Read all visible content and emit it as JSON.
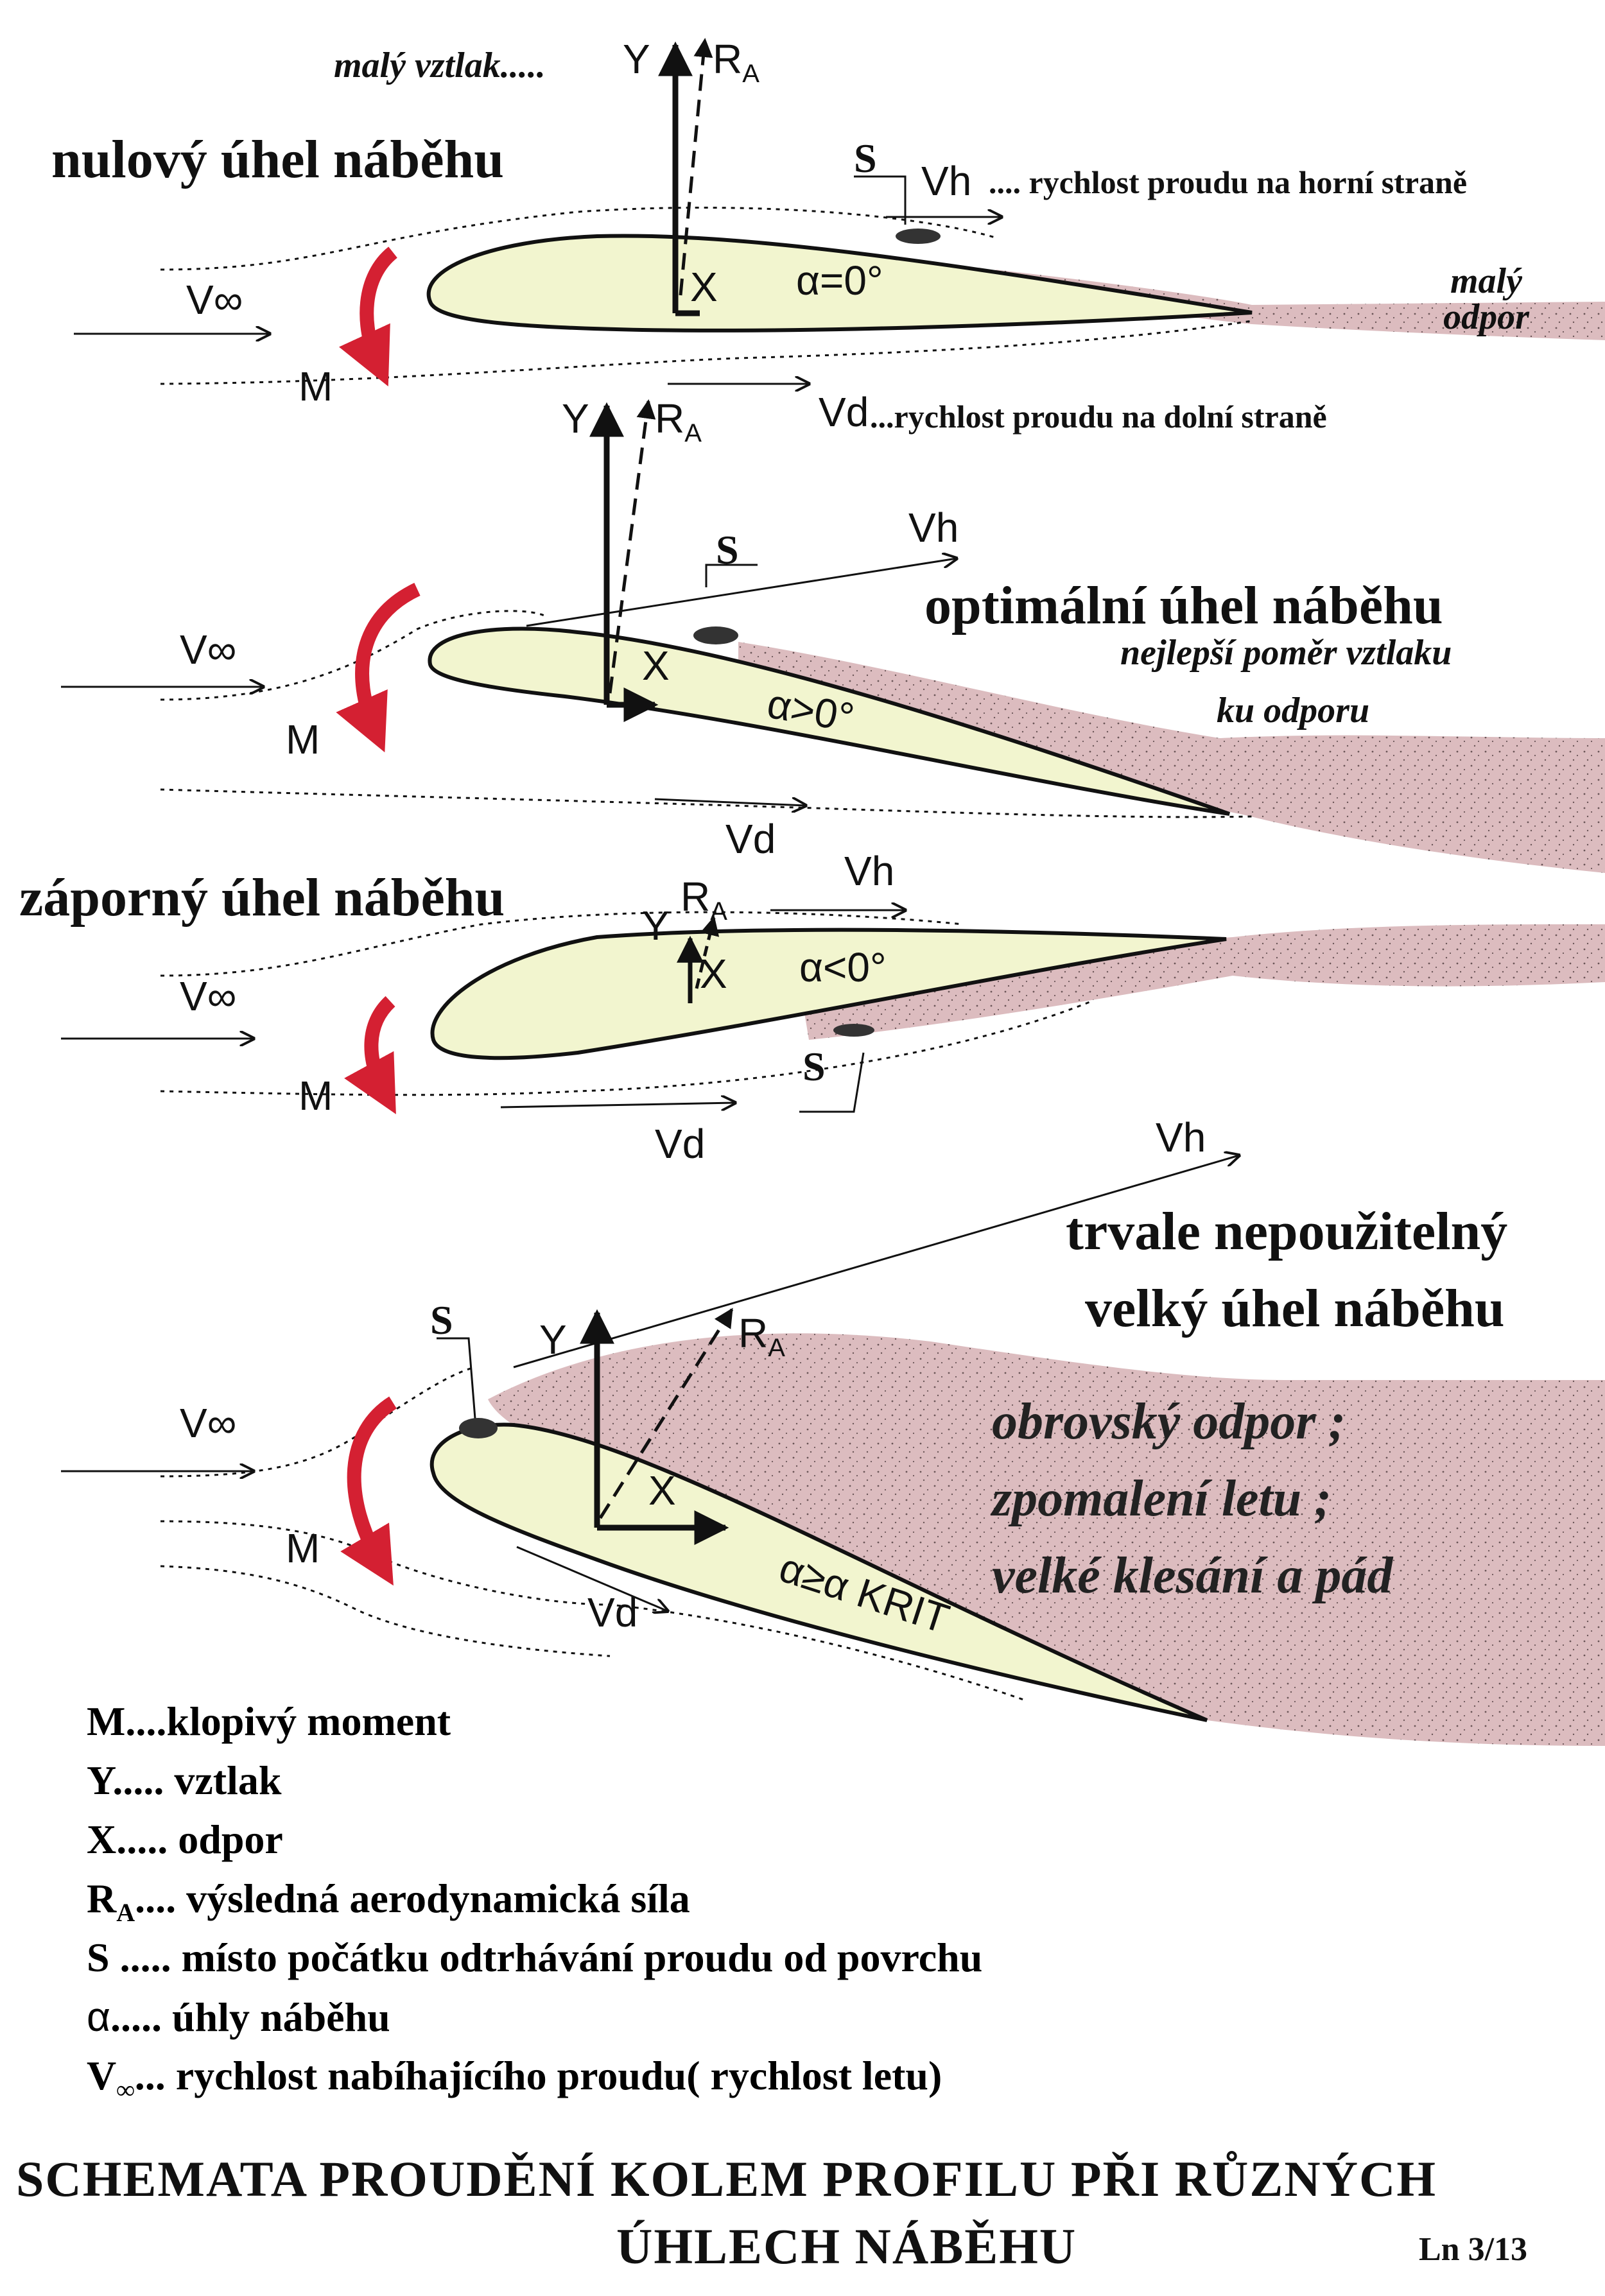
{
  "scenes": {
    "zero": {
      "title": "nulový úhel náběhu",
      "lift_note": "malý vztlak.....",
      "drag_note": "malý odpor",
      "upper_speed_note": ".... rychlost proudu na horní straně",
      "lower_speed_note": "...rychlost proudu na dolní straně",
      "angle": "α=0°"
    },
    "optimal": {
      "title": "optimální úhel náběhu",
      "note_line1": "nejlepší poměr vztlaku",
      "note_line2": "ku odporu",
      "angle": "α>0°"
    },
    "negative": {
      "title": "záporný úhel náběhu",
      "angle": "α<0°"
    },
    "stall": {
      "title_line1": "trvale nepoužitelný",
      "title_line2": "velký úhel náběhu",
      "effects": [
        "obrovský odpor ;",
        "zpomalení letu ;",
        "velké klesání a pád"
      ],
      "angle": "α≥α KRIT"
    }
  },
  "symbols": {
    "Y": "Y",
    "RA": "R",
    "RA_sub": "A",
    "X": "X",
    "M": "M",
    "S": "S",
    "Vh": "Vh",
    "Vd": "Vd",
    "Vinf": "V∞"
  },
  "legend": [
    {
      "sym": "M",
      "sub": "",
      "text": "....klopivý  moment"
    },
    {
      "sym": "Y",
      "sub": "",
      "text": "..... vztlak"
    },
    {
      "sym": "X",
      "sub": "",
      "text": "..... odpor"
    },
    {
      "sym": "R",
      "sub": "A",
      "text": ".... výsledná aerodynamická síla"
    },
    {
      "sym": "S",
      "sub": "",
      "text": " ..... místo počátku odtrhávání proudu od povrchu"
    },
    {
      "sym": "α",
      "sub": "",
      "text": "..... úhly  náběhu"
    },
    {
      "sym": "V",
      "sub": "∞",
      "text": "... rychlost nabíhajícího proudu( rychlost letu)"
    }
  ],
  "footer": {
    "line1": "SCHEMATA PROUDĚNÍ KOLEM PROFILU PŘI RŮZNÝCH",
    "line2": "ÚHLECH NÁBĚHU",
    "page_ref": "Ln 3/13"
  },
  "colors": {
    "airfoil": "#f2f5cf",
    "wake": "#dcbcbf",
    "moment_arrow": "#d42032",
    "ink": "#111111"
  }
}
